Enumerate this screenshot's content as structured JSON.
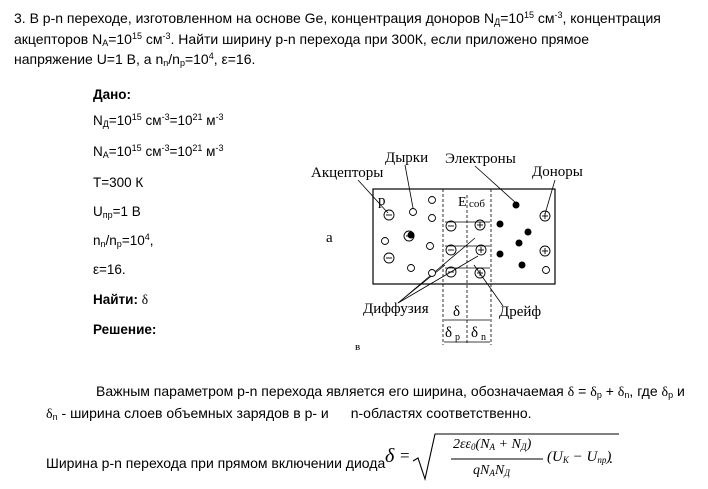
{
  "problem": {
    "line1": "3. В p-n переходе, изготовленном на основе Ge, концентрация доноров N",
    "line1_sub": "Д",
    "line1_mid": "=10",
    "line1_sup": "15",
    "line1_unit": " см",
    "line1_unit_sup": "-3",
    "line1_end": ", концентрация",
    "line2_a": "акцепторов N",
    "line2_sub": "А",
    "line2_mid": "=10",
    "line2_sup": "15",
    "line2_unit": " см",
    "line2_unit_sup": "-3",
    "line2_end": ". Найти ширину p-n перехода при 300К, если приложено прямое",
    "line3_a": "напряжение U=1 В, а n",
    "line3_sub1": "n",
    "line3_b": "/n",
    "line3_sub2": "p",
    "line3_c": "=10",
    "line3_sup": "4",
    "line3_d": ", ε=16."
  },
  "given": {
    "title": "Дано:",
    "nd": {
      "sym": "N",
      "sub": "Д",
      "v1": "=10",
      "s1": "15",
      "u1": " см",
      "us1": "-3",
      "v2": "=10",
      "s2": "21",
      "u2": " м",
      "us2": "-3"
    },
    "na": {
      "sym": "N",
      "sub": "А",
      "v1": "=10",
      "s1": "15",
      "u1": " см",
      "us1": "-3",
      "v2": "=10",
      "s2": "21",
      "u2": " м",
      "us2": "-3"
    },
    "temp": "T=300 К",
    "upr": {
      "sym": "U",
      "sub": "пр",
      "rest": "=1 В"
    },
    "ratio": {
      "a": "n",
      "sub1": "n",
      "b": "/n",
      "sub2": "p",
      "c": "=10",
      "sup": "4",
      "d": ","
    },
    "eps": "ε=16.",
    "find_label": "Найти:",
    "find_sym": "δ",
    "solution": "Решение:"
  },
  "diagram": {
    "label_acceptors": "Акцепторы",
    "label_holes": "Дырки",
    "label_electrons": "Электроны",
    "label_donors": "Доноры",
    "label_p": "p",
    "label_field": "E",
    "label_field_sub": "соб",
    "label_a": "а",
    "label_diffusion": "Диффузия",
    "label_drift": "Дрейф",
    "label_delta": "δ",
    "label_delta_p": "δ",
    "label_delta_p_sub": "р",
    "label_delta_n": "δ",
    "label_delta_n_sub": "n",
    "label_caption": "в"
  },
  "paragraph1": {
    "line1_a": "Важным параметром p-n перехода является его ширина, обозначаемая ",
    "sym": "δ",
    "eq": " = ",
    "dp": "δ",
    "dp_sub": "p",
    "plus": " + ",
    "dn": "δ",
    "dn_sub": "n",
    "line1_b": ", где ",
    "dp2": "δ",
    "dp2_sub": "p",
    "line1_c": "  и",
    "line2_dn": "δ",
    "line2_dn_sub": "n",
    "line2_a": " - ширина слоев объемных зарядов в р- и",
    "line2_b": "n-областях соответственно."
  },
  "paragraph2": {
    "text": "Ширина p-n перехода при прямом  включении диода",
    "delta": "δ",
    "eq": "=",
    "num": "2εε",
    "num_sub": "0",
    "num_rest_a": "(N",
    "num_sub_a": "A",
    "num_plus": " + N",
    "num_sub_d": "Д",
    "num_close": ")",
    "den_a": "qN",
    "den_sub_a": "A",
    "den_b": "N",
    "den_sub_d": "Д",
    "tail": "(U",
    "tail_sub_k": "K",
    "tail_minus": " − U",
    "tail_sub_pr": "пр",
    "tail_close": ")",
    "period": "."
  }
}
